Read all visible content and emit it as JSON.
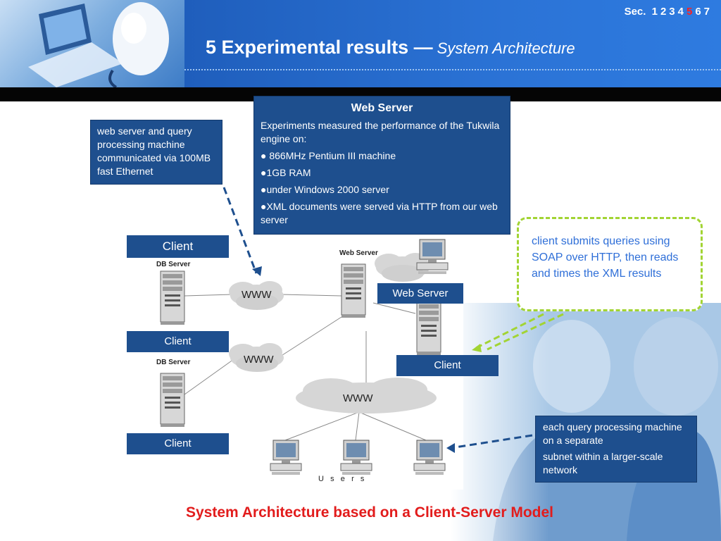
{
  "header": {
    "section_label": "Sec.",
    "sections": [
      "1",
      "2",
      "3",
      "4",
      "5",
      "6",
      "7"
    ],
    "current_section": "5",
    "title": "5 Experimental results —",
    "subtitle": "System Architecture"
  },
  "colors": {
    "header_blue": "#2b73d6",
    "box_blue": "#1e4f8e",
    "green_dash": "#a2d433",
    "caption_red": "#e21c1c",
    "note_blue": "#2f6fd8"
  },
  "callouts": {
    "network_note": "web server and query processing machine communicated via 100MB fast Ethernet",
    "client_note": "client submits queries using SOAP over HTTP, then reads and times the XML results",
    "subnet_note_1": "each query processing machine on a separate",
    "subnet_note_2": "subnet within a larger-scale network"
  },
  "web_server_box": {
    "heading": "Web Server",
    "intro": "Experiments measured the performance of the Tukwila engine on:",
    "bullets": [
      "866MHz Pentium III machine",
      "1GB RAM",
      "under Windows 2000 server",
      "XML documents were served via HTTP from our web server"
    ]
  },
  "diagram": {
    "client_top": "Client",
    "client_mid": "Client",
    "client_bottom": "Client",
    "client_right": "Client",
    "web_server_label": "Web Server",
    "db_server_1": "DB Server",
    "db_server_2": "DB Server",
    "web_server_small": "Web Server",
    "www_1": "WWW",
    "www_2": "WWW",
    "www_3": "WWW",
    "users": "U   s   e   r   s"
  },
  "caption": "System Architecture based on a Client-Server Model"
}
